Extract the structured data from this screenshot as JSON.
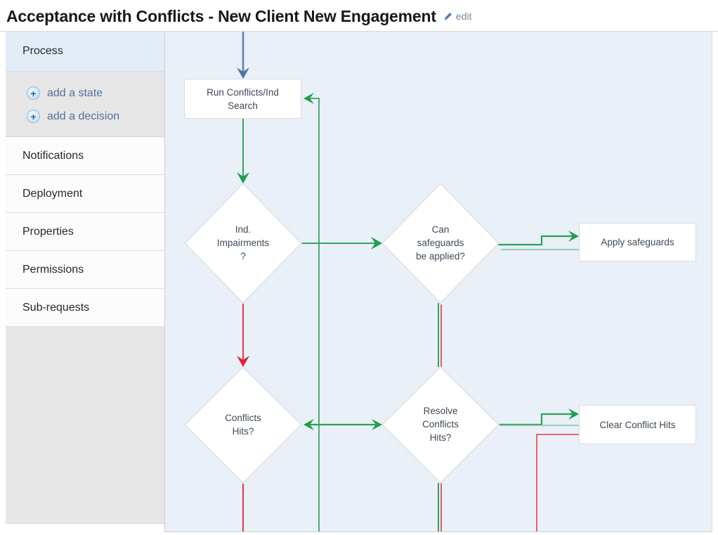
{
  "header": {
    "title": "Acceptance with Conflicts - New Client New Engagement",
    "edit_label": "edit"
  },
  "sidebar": {
    "process": {
      "label": "Process",
      "selected": true
    },
    "actions": [
      {
        "label": "add a state",
        "icon": "plus-icon"
      },
      {
        "label": "add a decision",
        "icon": "plus-icon"
      }
    ],
    "items": [
      {
        "label": "Notifications"
      },
      {
        "label": "Deployment"
      },
      {
        "label": "Properties"
      },
      {
        "label": "Permissions"
      },
      {
        "label": "Sub-requests"
      }
    ]
  },
  "canvas": {
    "background": "#e9f0f8",
    "colors": {
      "success_path": "#1f9c4d",
      "failure_path": "#e0212f",
      "start_path": "#5b7fb0",
      "node_fill": "#ffffff",
      "node_border": "#e2e5e9"
    },
    "nodes": [
      {
        "id": "run-conflicts-search",
        "type": "state",
        "label": "Run Conflicts/Ind Search"
      },
      {
        "id": "ind-impairments",
        "type": "decision",
        "label": "Ind. Impairments ?"
      },
      {
        "id": "can-safeguards",
        "type": "decision",
        "label": "Can safeguards be applied?"
      },
      {
        "id": "apply-safeguards",
        "type": "state",
        "label": "Apply safeguards"
      },
      {
        "id": "conflicts-hits",
        "type": "decision",
        "label": "Conflicts Hits?"
      },
      {
        "id": "resolve-conflicts-hits",
        "type": "decision",
        "label": "Resolve Conflicts Hits?"
      },
      {
        "id": "clear-conflict-hits",
        "type": "state",
        "label": "Clear Conflict Hits"
      }
    ],
    "edges": [
      {
        "from": "start",
        "to": "run-conflicts-search",
        "color": "blue"
      },
      {
        "from": "run-conflicts-search",
        "to": "ind-impairments",
        "color": "green"
      },
      {
        "from": "ind-impairments",
        "to": "can-safeguards",
        "color": "green"
      },
      {
        "from": "ind-impairments",
        "to": "conflicts-hits",
        "color": "red"
      },
      {
        "from": "can-safeguards",
        "to": "apply-safeguards",
        "color": "green"
      },
      {
        "from": "can-safeguards",
        "to": "resolve-conflicts-hits",
        "color": "green+red"
      },
      {
        "from": "resolve-conflicts-hits",
        "to": "conflicts-hits",
        "color": "green"
      },
      {
        "from": "conflicts-hits",
        "to": "resolve-conflicts-hits",
        "color": "green"
      },
      {
        "from": "resolve-conflicts-hits",
        "to": "clear-conflict-hits",
        "color": "green"
      },
      {
        "from": "offscreen-bottom",
        "to": "run-conflicts-search",
        "color": "green"
      },
      {
        "from": "conflicts-hits",
        "to": "offscreen-bottom",
        "color": "red"
      },
      {
        "from": "resolve-conflicts-hits",
        "to": "offscreen-bottom",
        "color": "green+red"
      },
      {
        "from": "clear-conflict-hits",
        "to": "offscreen-bottom",
        "color": "red"
      }
    ]
  }
}
